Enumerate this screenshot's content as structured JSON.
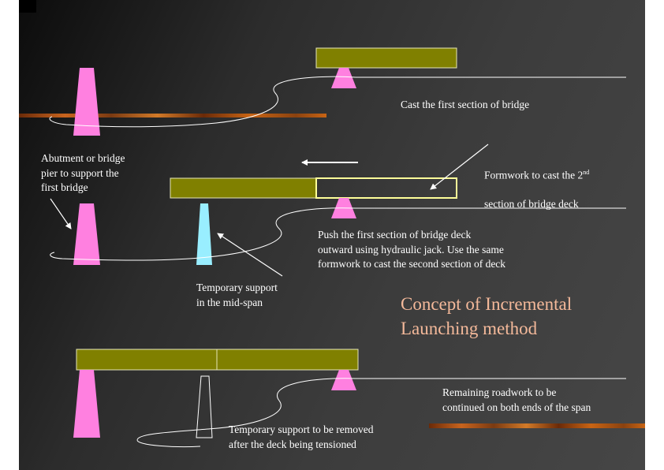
{
  "title": "Concept of Incremental\nLaunching method",
  "labels": {
    "cast_first": "Cast the first section of bridge",
    "abutment": "Abutment or bridge\npier to support the\nfirst bridge",
    "formwork_a": "Formwork to cast the 2",
    "formwork_sup": "nd",
    "formwork_b": "section of bridge deck",
    "push": "Push the first section of bridge deck\noutward using hydraulic jack. Use the same\nformwork to cast the second section of deck",
    "temp_support": "Temporary support\nin the mid-span",
    "remaining": "Remaining roadwork to be\ncontinued on both ends of the span",
    "temp_removed": "Temporary support to be removed\nafter the deck being tensioned"
  },
  "colors": {
    "deck": "#808000",
    "pier": "#ff80e0",
    "temporary_support": "#99eeff",
    "title_text": "#f4b99a",
    "ground_strip": "#c86414"
  }
}
